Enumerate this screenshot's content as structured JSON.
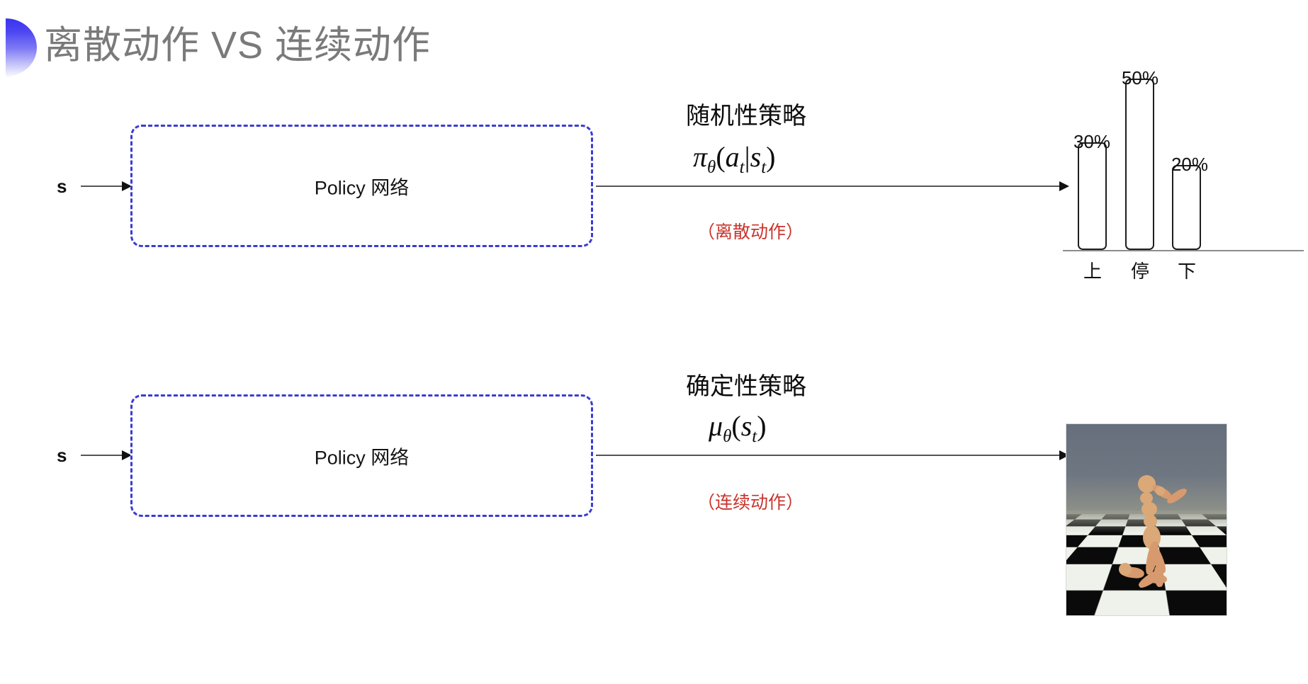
{
  "slide": {
    "title": "离散动作 VS 连续动作",
    "bullet_icon": "half-circle-gradient-icon",
    "accent_color": "#3a33f0",
    "title_color": "#7a7a7a",
    "background": "#ffffff"
  },
  "rows": [
    {
      "id": "discrete",
      "input_label": "s",
      "box_label": "Policy 网络",
      "box_border_color": "#3b3bd4",
      "policy_title": "随机性策略",
      "formula_plain": "π_θ(a_t|s_t)",
      "formula_parts": {
        "fn": "π",
        "fn_sub": "θ",
        "open": "(",
        "arg1": "a",
        "arg1_sub": "t",
        "bar": "|",
        "arg2": "s",
        "arg2_sub": "t",
        "close": ")"
      },
      "action_note": "（离散动作）",
      "action_note_color": "#c9342c"
    },
    {
      "id": "continuous",
      "input_label": "s",
      "box_label": "Policy 网络",
      "box_border_color": "#3b3bd4",
      "policy_title": "确定性策略",
      "formula_plain": "μ_θ(s_t)",
      "formula_parts": {
        "fn": "μ",
        "fn_sub": "θ",
        "open": "(",
        "arg1": "s",
        "arg1_sub": "t",
        "close": ")"
      },
      "action_note": "（连续动作）",
      "action_note_color": "#c9342c"
    }
  ],
  "chart_data": {
    "type": "bar",
    "title": "",
    "xlabel": "",
    "ylabel": "",
    "categories": [
      "上",
      "停",
      "下"
    ],
    "values": [
      30,
      50,
      20
    ],
    "value_labels": [
      "30%",
      "50%",
      "20%"
    ],
    "ylim": [
      0,
      60
    ],
    "grid": false,
    "legend": "none",
    "bar_style": {
      "fill": "#ffffff",
      "stroke": "#1d1d1d",
      "rounded": true
    },
    "axis_color": "#8b8b8b"
  },
  "humanoid": {
    "caption": "",
    "alt": "MuJoCo humanoid running on checkerboard floor",
    "sky_color": "#6e7681",
    "floor_colors": [
      "#0a0a0a",
      "#eef2ea"
    ],
    "body_color": "#d79a6e"
  }
}
